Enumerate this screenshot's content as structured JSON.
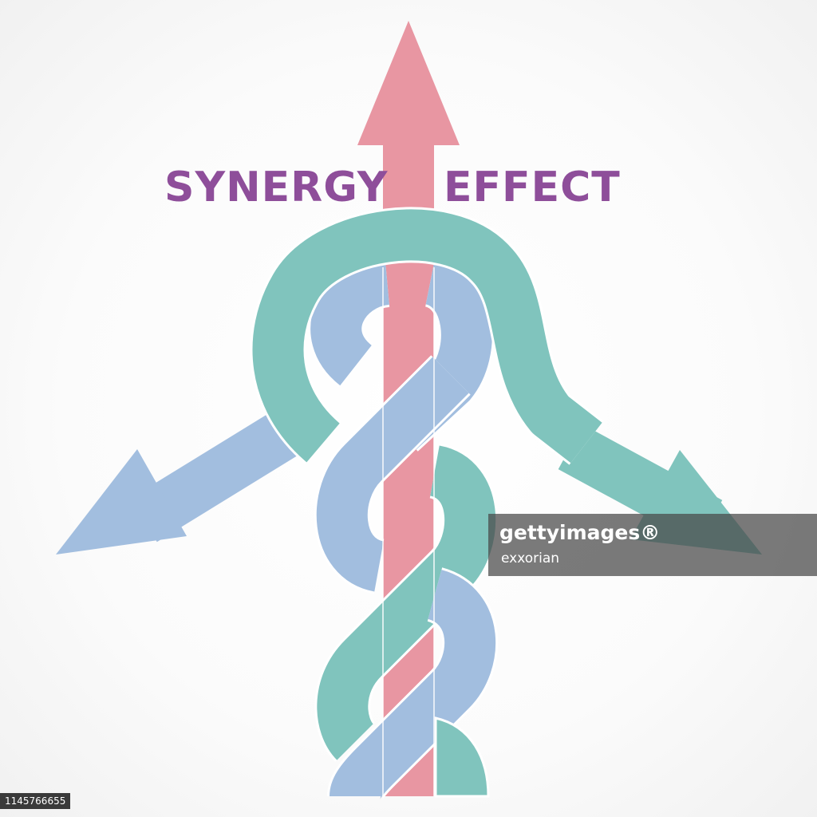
{
  "diagram": {
    "title_left": "SYNERGY",
    "title_right": "EFFECT",
    "colors": {
      "pink_arrow": "#e896a2",
      "teal_band": "#80c4bd",
      "blue_band": "#a2bedf",
      "title_text": "#8e4e9a",
      "outline": "#ffffff"
    },
    "arrows": [
      {
        "name": "up-arrow",
        "color": "pink",
        "direction": "up"
      },
      {
        "name": "left-arrow",
        "color": "blue",
        "direction": "down-left"
      },
      {
        "name": "right-arrow",
        "color": "teal",
        "direction": "down-right"
      }
    ]
  },
  "watermark": {
    "brand": "gettyimages®",
    "credit": "exxorian"
  },
  "image_id": "1145766655"
}
